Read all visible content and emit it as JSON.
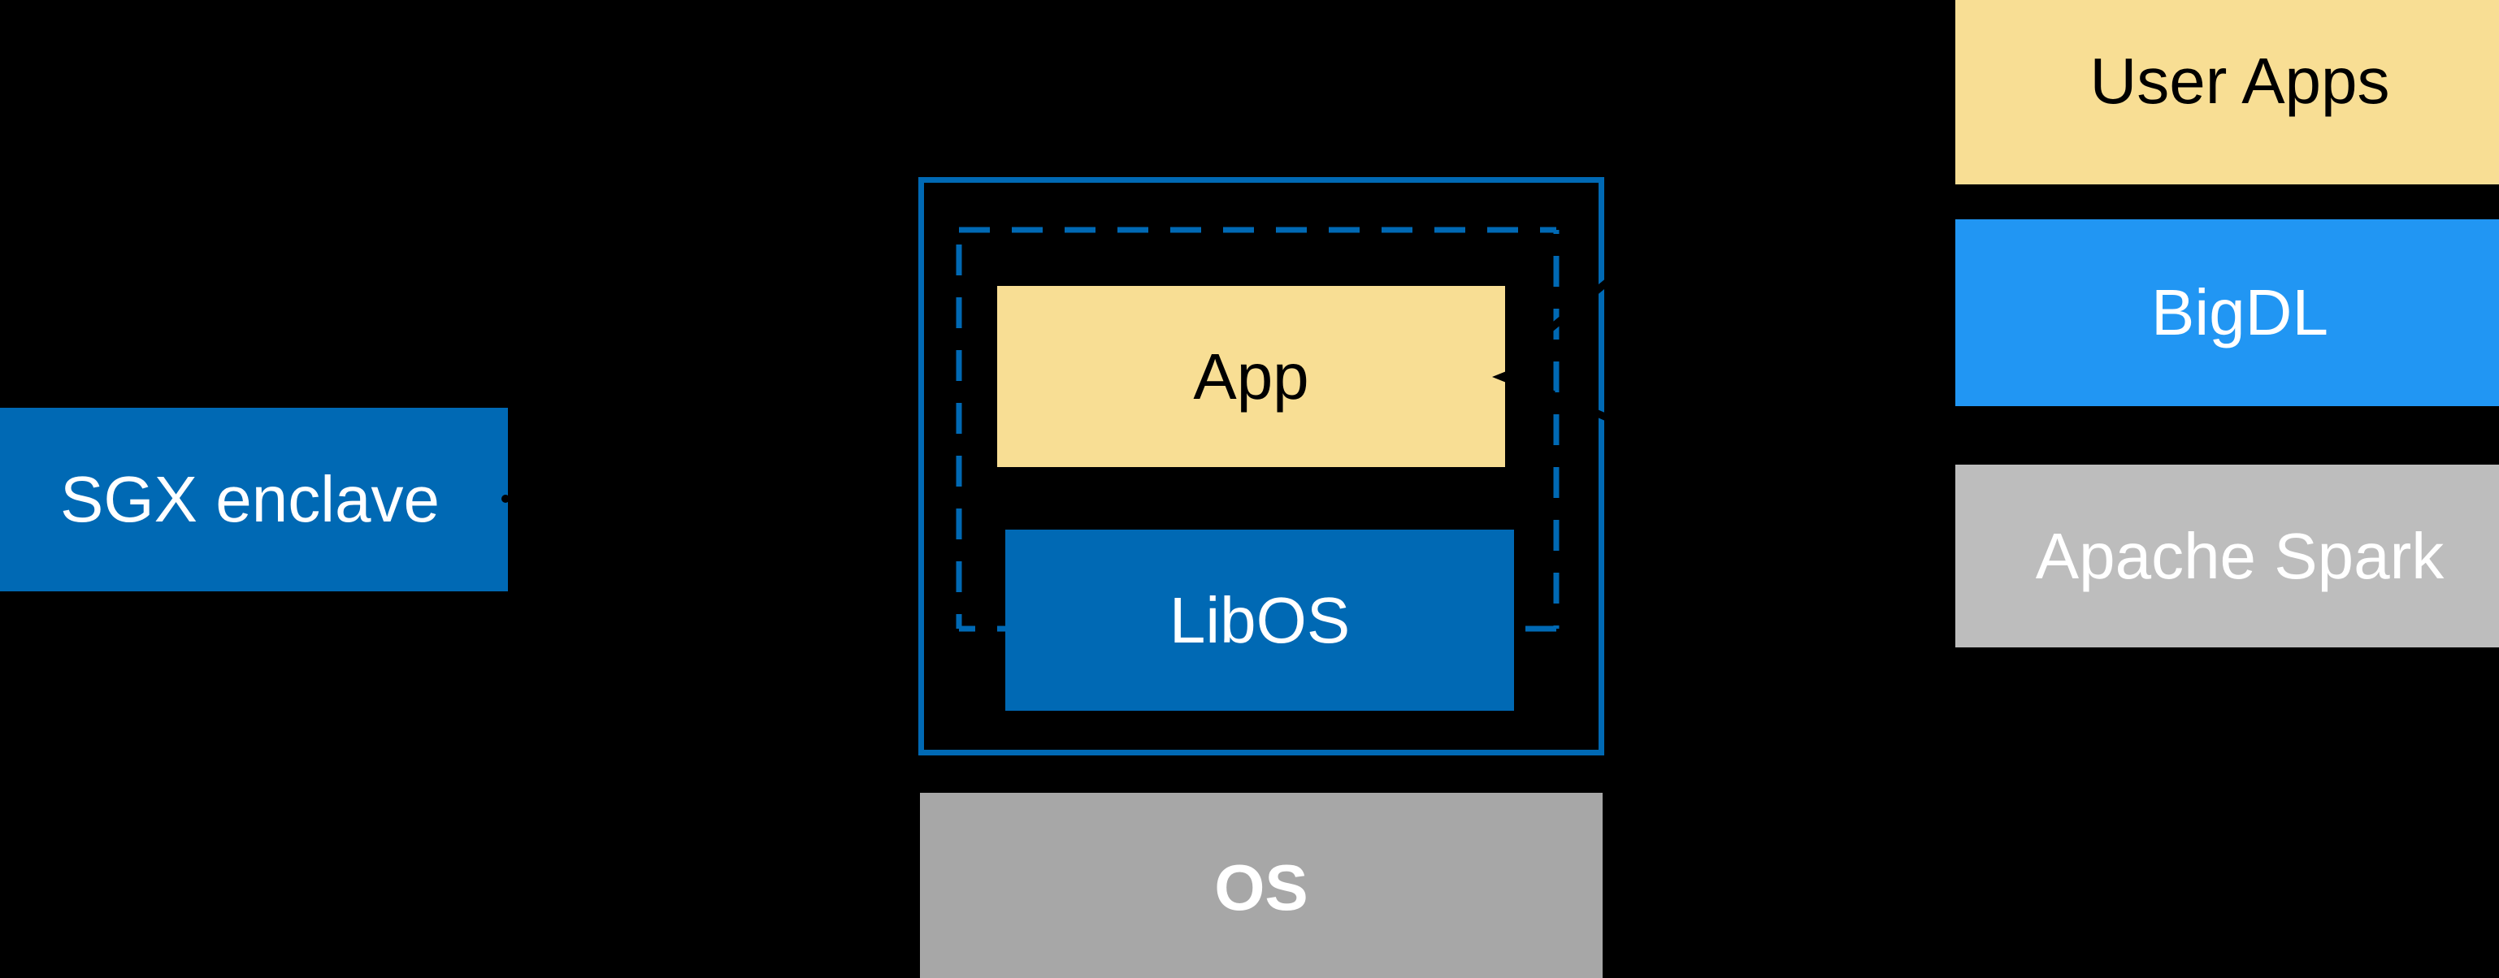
{
  "diagram_title": "",
  "colors": {
    "background": "#000000",
    "intel_blue": "#0069B4",
    "bright_blue": "#2196F3",
    "yellow": "#F8DE94",
    "gray_dark": "#A7A7A7",
    "gray_light": "#BDBDBD",
    "connector": "#000000",
    "text_light": "#FFFFFF",
    "text_dark": "#000000"
  },
  "nodes": {
    "sgx_enclave": {
      "label": "SGX enclave"
    },
    "app": {
      "label": "App"
    },
    "libos": {
      "label": "LibOS"
    },
    "os": {
      "label": "OS"
    },
    "user_apps": {
      "label": "User Apps"
    },
    "bigdl": {
      "label": "BigDL"
    },
    "apache_spark": {
      "label": "Apache Spark"
    }
  }
}
